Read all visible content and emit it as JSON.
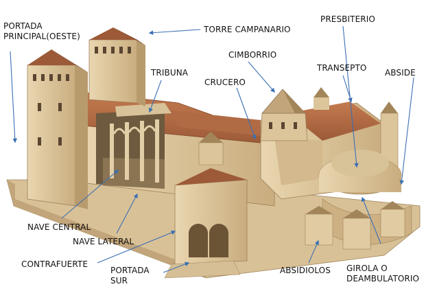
{
  "labels": {
    "portada_principal_1": "PORTADA",
    "portada_principal_2": "PRINCIPAL(OESTE)",
    "torre_campanario": "TORRE CAMPANARIO",
    "presbiterio": "PRESBITERIO",
    "cimborrio": "CIMBORRIO",
    "tribuna": "TRIBUNA",
    "transepto": "TRANSEPTO",
    "abside": "ABSIDE",
    "crucero": "CRUCERO",
    "nave_central": "NAVE CENTRAL",
    "nave_lateral": "NAVE LATERAL",
    "contrafuerte": "CONTRAFUERTE",
    "portada_sur_1": "PORTADA",
    "portada_sur_2": "SUR",
    "absidiolos": "ABSIDIOLOS",
    "girola_1": "GIROLA O",
    "girola_2": "DEAMBULATORIO"
  },
  "colors": {
    "arrow": "#3b6fb3",
    "stone_light": "#e4cfa6",
    "stone_mid": "#cdb183",
    "stone_dark": "#a98b5d",
    "roof": "#b86e46",
    "roof_dark": "#8f4f31",
    "interior": "#6e5a3e"
  }
}
